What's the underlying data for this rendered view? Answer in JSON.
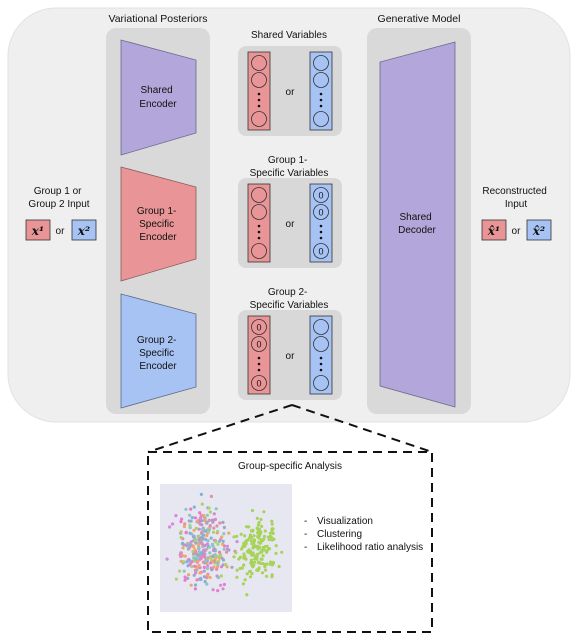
{
  "sections": {
    "posteriors_title": "Variational Posteriors",
    "generative_title": "Generative Model",
    "shared_vars_title": "Shared Variables",
    "group1_vars_title": [
      "Group 1-",
      "Specific Variables"
    ],
    "group2_vars_title": [
      "Group 2-",
      "Specific Variables"
    ],
    "analysis_title": "Group-specific Analysis"
  },
  "encoders": {
    "shared": [
      "Shared",
      "Encoder"
    ],
    "group1": [
      "Group 1-",
      "Specific",
      "Encoder"
    ],
    "group2": [
      "Group 2-",
      "Specific",
      "Encoder"
    ]
  },
  "decoder": [
    "Shared",
    "Decoder"
  ],
  "input": {
    "label": [
      "Group 1 or",
      "Group 2 Input"
    ],
    "x1": "x¹",
    "x2": "x²",
    "or": "or"
  },
  "output": {
    "label": [
      "Reconstructed",
      "Input"
    ],
    "x1": "x̂¹",
    "x2": "x̂²",
    "or": "or"
  },
  "latent_or": "or",
  "latent_zero": "0",
  "analysis_items": [
    "Visualization",
    "Clustering",
    "Likelihood ratio analysis"
  ],
  "analysis_bullet": "-",
  "colors": {
    "red_fill": "#e99597",
    "blue_fill": "#a7c3f3",
    "purple": "#b3a6da",
    "panel_bg": "#efefef",
    "column_bg": "#d8d8d8",
    "scatter_bg": "#e7e7f1",
    "green_points": "#a7d35a"
  }
}
